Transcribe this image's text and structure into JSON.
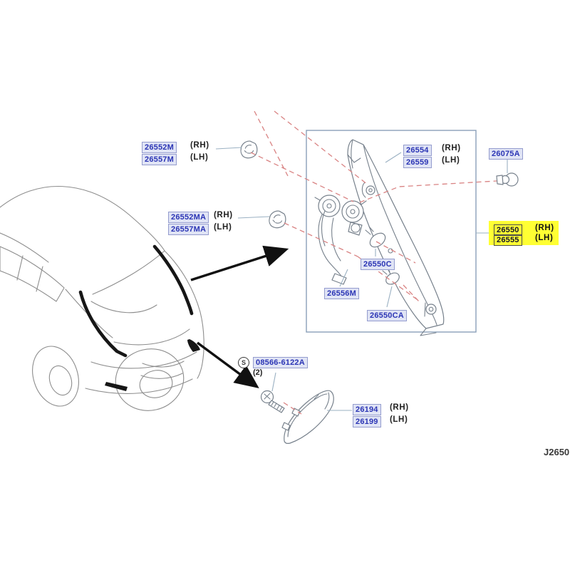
{
  "diagram": {
    "watermark": "J2650",
    "colors": {
      "highlight": "#ffff33",
      "part_link_blue": "#2b35b5",
      "part_box_bg": "#e0e4f5",
      "dashed_line_red": "#d98383",
      "detail_box_border": "#8aa0b8",
      "arrow_black": "#111111"
    },
    "labels": {
      "clip_upper": {
        "rows": [
          {
            "part": "26552M",
            "side": "(RH)"
          },
          {
            "part": "26557M",
            "side": "(LH)"
          }
        ]
      },
      "clip_lower": {
        "rows": [
          {
            "part": "26552MA",
            "side": "(RH)"
          },
          {
            "part": "26557MA",
            "side": "(LH)"
          }
        ]
      },
      "finisher": {
        "rows": [
          {
            "part": "26554",
            "side": "(RH)"
          },
          {
            "part": "26559",
            "side": "(LH)"
          }
        ]
      },
      "grommet": {
        "part": "26075A"
      },
      "lamp_assy": {
        "rows": [
          {
            "part": "26550",
            "side": "(RH)"
          },
          {
            "part": "26555",
            "side": "(LH)"
          }
        ]
      },
      "bulb": {
        "part": "26550C"
      },
      "harness": {
        "part": "26556M"
      },
      "bulb_small": {
        "part": "26550CA"
      },
      "screw": {
        "prefix": "S",
        "part": "08566-6122A",
        "qty": "(2)"
      },
      "side_marker": {
        "rows": [
          {
            "part": "26194",
            "side": "(RH)"
          },
          {
            "part": "26199",
            "side": "(LH)"
          }
        ]
      }
    }
  }
}
